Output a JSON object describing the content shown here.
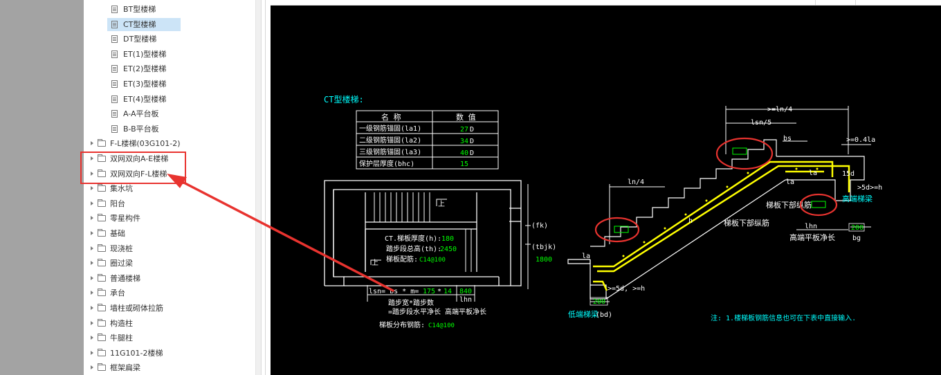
{
  "tree": {
    "items": [
      {
        "label": "BT型楼梯",
        "type": "file",
        "selected": false
      },
      {
        "label": "CT型楼梯",
        "type": "file",
        "selected": true
      },
      {
        "label": "DT型楼梯",
        "type": "file",
        "selected": false
      },
      {
        "label": "ET(1)型楼梯",
        "type": "file",
        "selected": false
      },
      {
        "label": "ET(2)型楼梯",
        "type": "file",
        "selected": false
      },
      {
        "label": "ET(3)型楼梯",
        "type": "file",
        "selected": false
      },
      {
        "label": "ET(4)型楼梯",
        "type": "file",
        "selected": false
      },
      {
        "label": "A-A平台板",
        "type": "file",
        "selected": false
      },
      {
        "label": "B-B平台板",
        "type": "file",
        "selected": false
      },
      {
        "label": "F-L楼梯(03G101-2)",
        "type": "folder",
        "selected": false
      },
      {
        "label": "双网双向A-E楼梯",
        "type": "folder",
        "selected": false
      },
      {
        "label": "双网双向F-L楼梯",
        "type": "folder",
        "selected": false
      },
      {
        "label": "集水坑",
        "type": "folder",
        "selected": false
      },
      {
        "label": "阳台",
        "type": "folder",
        "selected": false
      },
      {
        "label": "零星构件",
        "type": "folder",
        "selected": false
      },
      {
        "label": "基础",
        "type": "folder",
        "selected": false
      },
      {
        "label": "现浇桩",
        "type": "folder",
        "selected": false
      },
      {
        "label": "圈过梁",
        "type": "folder",
        "selected": false
      },
      {
        "label": "普通楼梯",
        "type": "folder",
        "selected": false
      },
      {
        "label": "承台",
        "type": "folder",
        "selected": false
      },
      {
        "label": "墙柱或砌体拉筋",
        "type": "folder",
        "selected": false
      },
      {
        "label": "构造柱",
        "type": "folder",
        "selected": false
      },
      {
        "label": "牛腿柱",
        "type": "folder",
        "selected": false
      },
      {
        "label": "11G101-2楼梯",
        "type": "folder",
        "selected": false
      },
      {
        "label": "框架扁梁",
        "type": "folder",
        "selected": false
      }
    ]
  },
  "drawing": {
    "title": "CT型楼梯:",
    "table": {
      "headers": [
        "名 称",
        "数 值"
      ],
      "rows": [
        {
          "name": "一级钢筋锚固(la1)",
          "value": "27",
          "unit": "D"
        },
        {
          "name": "二级钢筋锚固(la2)",
          "value": "34",
          "unit": "D"
        },
        {
          "name": "三级钢筋锚固(la3)",
          "value": "40",
          "unit": "D"
        },
        {
          "name": "保护层厚度(bhc)",
          "value": "15",
          "unit": ""
        }
      ]
    },
    "plan": {
      "thickness_label": "CT.梯板厚度(h):",
      "thickness_value": "180",
      "height_label": "踏步段总高(th):",
      "height_value": "2450",
      "rebar_label": "梯板配筋:",
      "rebar_value": "C14@100",
      "fk_label": "(fk)",
      "tbjk_label": "(tbjk)",
      "tbjk_value": "1800",
      "up_label": "上",
      "formula_prefix": "lsn= bs * m=",
      "formula_bs": "175",
      "formula_m": "14",
      "formula_total": "840",
      "lhn_label": "lhn",
      "note1": "踏步宽*踏步数",
      "note2": "=踏步段水平净长  高端平板净长",
      "dist_label": "梯板分布钢筋:",
      "dist_value": "C14@100"
    },
    "section": {
      "ln4_top": ">=ln/4",
      "lsn5": "lsn/5",
      "bs": "bs",
      "la04": ">=0.4la",
      "ln4_left": "ln/4",
      "la_a": "la",
      "la_b": "la",
      "la_c": "la",
      "d15": "15d",
      "d5h_right": ">5d>=h",
      "high_beam": "高端梯梁",
      "lower_rebar_a": "梯板下部纵筋",
      "lower_rebar_b": "梯板下部纵筋",
      "h_label": "h",
      "lhn": "lhn",
      "bg_value": "200",
      "bg": "bg",
      "high_platform": "高端平板净长",
      "d5h_left": ">=5d, >=h",
      "bd_value": "200",
      "low_beam": "低端梯梁",
      "bd": "(bd)",
      "note": "注: 1.楼梯板钢筋信息也可在下表中直接输入."
    }
  },
  "colors": {
    "selection": "#cce4f7",
    "annotation_red": "#e8332f",
    "cad_bg": "#000000",
    "cad_cyan": "#00ffff",
    "cad_green": "#00ff00",
    "cad_yellow": "#ffff00"
  }
}
